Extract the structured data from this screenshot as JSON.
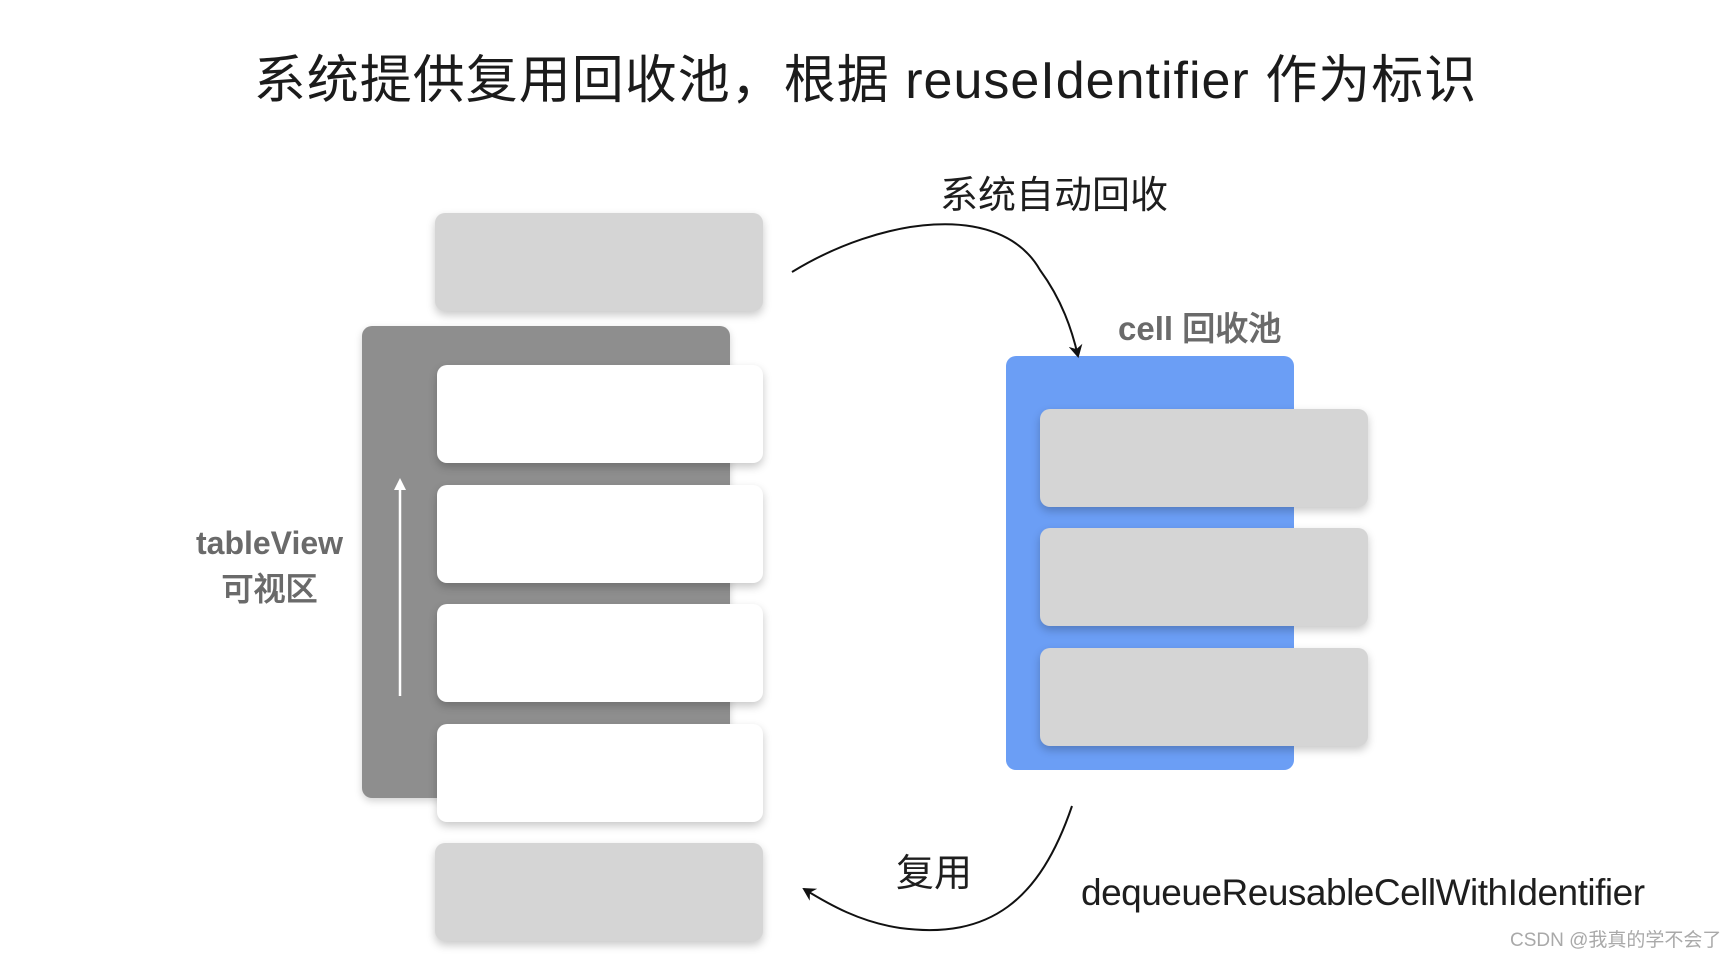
{
  "title": "系统提供复用回收池，根据 reuseIdentifier 作为标识",
  "table_view": {
    "label_line1": "tableView",
    "label_line2": "可视区"
  },
  "recycle_arrow_label": "系统自动回收",
  "pool": {
    "label": "cell 回收池"
  },
  "reuse_arrow_label": "复用",
  "method_label": "dequeueReusableCellWithIdentifier",
  "watermark": "CSDN @我真的学不会了",
  "colors": {
    "table_frame": "#8e8e8e",
    "pool_frame": "#6b9ef5",
    "cell_gray": "#d5d5d5",
    "cell_white": "#ffffff",
    "label_gray": "#6a6a6a"
  }
}
